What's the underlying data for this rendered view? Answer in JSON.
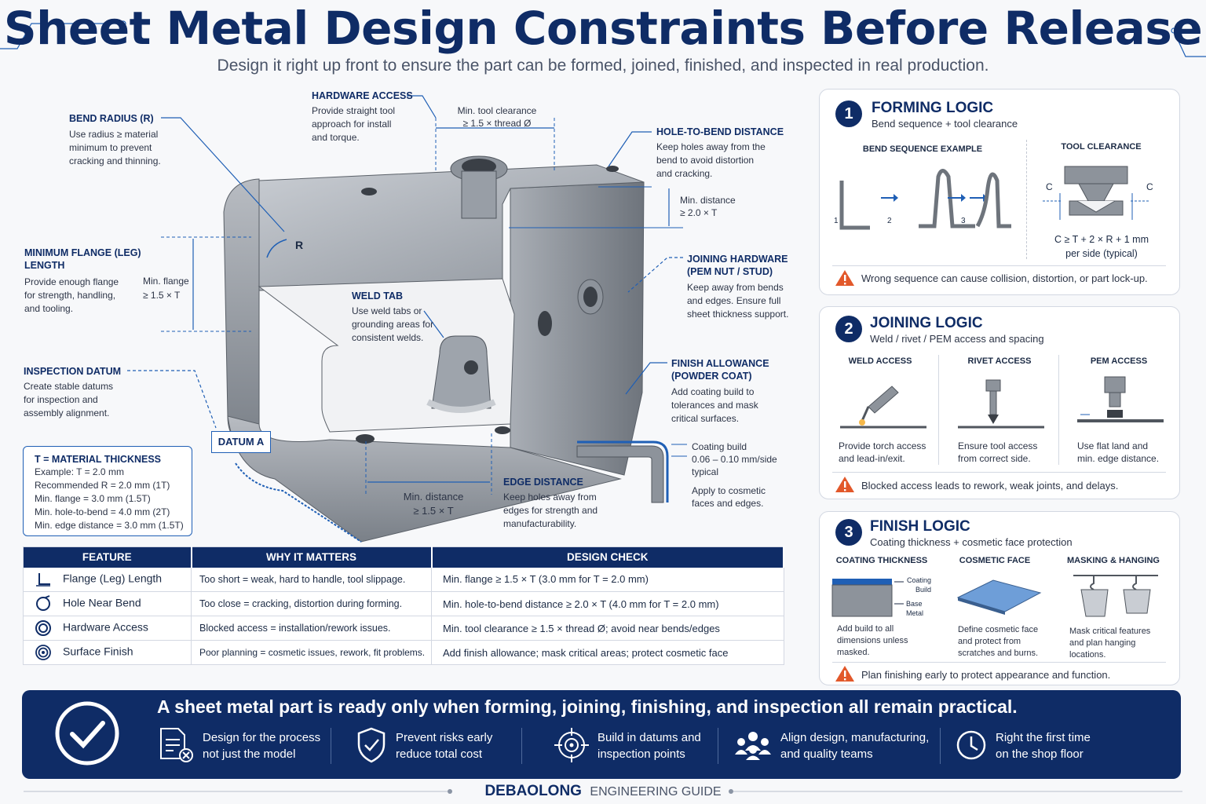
{
  "title": "Sheet Metal Design Constraints Before Release",
  "subtitle": "Design it right up front to ensure the part can be formed, joined, finished, and inspected in real production.",
  "callouts": {
    "bend_radius": {
      "title": "BEND RADIUS (R)",
      "body": [
        "Use radius ≥ material",
        "minimum to prevent",
        "cracking and thinning."
      ],
      "marker": "R"
    },
    "hardware_access": {
      "title": "HARDWARE ACCESS",
      "body": [
        "Provide straight tool",
        "approach for install",
        "and torque."
      ]
    },
    "tool_clearance": {
      "line1": "Min. tool clearance",
      "line2": "≥ 1.5 × thread Ø"
    },
    "hole_to_bend": {
      "title": "HOLE-TO-BEND DISTANCE",
      "body": [
        "Keep holes away from the",
        "bend to avoid distortion",
        "and cracking."
      ]
    },
    "min_distance_2t": {
      "line1": "Min. distance",
      "line2": "≥ 2.0 × T"
    },
    "min_flange": {
      "title": [
        "MINIMUM FLANGE (LEG)",
        "LENGTH"
      ],
      "body": [
        "Provide enough flange",
        "for strength, handling,",
        "and tooling."
      ],
      "dim1": "Min. flange",
      "dim2": "≥ 1.5 × T"
    },
    "joining_hardware": {
      "title": [
        "JOINING HARDWARE",
        "(PEM NUT / STUD)"
      ],
      "body": [
        "Keep away from bends",
        "and edges. Ensure full",
        "sheet thickness support."
      ]
    },
    "weld_tab": {
      "title": "WELD TAB",
      "body": [
        "Use weld tabs or",
        "grounding areas for",
        "consistent welds."
      ]
    },
    "inspection_datum": {
      "title": "INSPECTION DATUM",
      "body": [
        "Create stable datums",
        "for inspection and",
        "assembly alignment."
      ]
    },
    "datum_a": "DATUM A",
    "finish_allowance": {
      "title": [
        "FINISH ALLOWANCE",
        "(POWDER COAT)"
      ],
      "body": [
        "Add coating build to",
        "tolerances and mask",
        "critical surfaces."
      ]
    },
    "coating_build": {
      "body": [
        "Coating build",
        "0.06 – 0.10 mm/side",
        "typical"
      ],
      "note": [
        "Apply to cosmetic",
        "faces and edges."
      ]
    },
    "edge_distance": {
      "title": "EDGE DISTANCE",
      "body": [
        "Keep holes away from",
        "edges for strength and",
        "manufacturability."
      ],
      "dim1": "Min. distance",
      "dim2": "≥ 1.5 × T"
    }
  },
  "thickness_box": {
    "title": "T = MATERIAL THICKNESS",
    "lines": [
      "Example: T = 2.0 mm",
      "Recommended R = 2.0 mm (1T)",
      "Min. flange = 3.0 mm (1.5T)",
      "Min. hole-to-bend = 4.0 mm (2T)",
      "Min. edge distance = 3.0 mm (1.5T)"
    ]
  },
  "table": {
    "headers": [
      "FEATURE",
      "WHY IT MATTERS",
      "DESIGN CHECK"
    ],
    "rows": [
      {
        "icon": "flange-icon",
        "feature": "Flange (Leg) Length",
        "why": "Too short = weak, hard to handle, tool slippage.",
        "check": "Min. flange ≥ 1.5 × T (3.0 mm for T = 2.0 mm)"
      },
      {
        "icon": "hole-icon",
        "feature": "Hole Near Bend",
        "why": "Too close = cracking, distortion during forming.",
        "check": "Min. hole-to-bend distance ≥ 2.0 × T (4.0 mm for T = 2.0 mm)"
      },
      {
        "icon": "hardware-icon",
        "feature": "Hardware Access",
        "why": "Blocked access = installation/rework issues.",
        "check": "Min. tool clearance ≥ 1.5 × thread Ø; avoid near bends/edges"
      },
      {
        "icon": "finish-icon",
        "feature": "Surface Finish",
        "why": "Poor planning = cosmetic issues, rework, fit problems.",
        "check": "Add finish allowance; mask critical areas; protect cosmetic face"
      }
    ]
  },
  "panels": {
    "forming": {
      "num": "1",
      "title": "FORMING LOGIC",
      "subtitle": "Bend sequence + tool clearance",
      "left_head": "BEND SEQUENCE EXAMPLE",
      "steps": [
        "1",
        "2",
        "3"
      ],
      "right_head": "TOOL CLEARANCE",
      "c": "C",
      "formula": [
        "C ≥ T + 2 × R + 1 mm",
        "per side (typical)"
      ],
      "warning": "Wrong sequence can cause collision, distortion, or part lock-up."
    },
    "joining": {
      "num": "2",
      "title": "JOINING LOGIC",
      "subtitle": "Weld / rivet / PEM access and spacing",
      "cols": [
        {
          "head": "WELD ACCESS",
          "body": [
            "Provide torch access",
            "and lead-in/exit."
          ]
        },
        {
          "head": "RIVET ACCESS",
          "body": [
            "Ensure tool access",
            "from correct side."
          ]
        },
        {
          "head": "PEM ACCESS",
          "body": [
            "Use flat land and",
            "min. edge distance."
          ]
        }
      ],
      "warning": "Blocked access leads to rework, weak joints, and delays."
    },
    "finish": {
      "num": "3",
      "title": "FINISH LOGIC",
      "subtitle": "Coating thickness + cosmetic face protection",
      "cols": [
        {
          "head": "COATING THICKNESS",
          "body": [
            "Add build to all",
            "dimensions unless",
            "masked."
          ],
          "tags": [
            "Coating",
            "Build",
            "Base",
            "Metal"
          ]
        },
        {
          "head": "COSMETIC FACE",
          "body": [
            "Define cosmetic face",
            "and protect from",
            "scratches and burns."
          ]
        },
        {
          "head": "MASKING & HANGING",
          "body": [
            "Mask critical features",
            "and plan hanging",
            "locations."
          ]
        }
      ],
      "warning": "Plan finishing early to protect appearance and function."
    }
  },
  "banner": {
    "title": "A sheet metal part is ready only when forming, joining, finishing, and inspection all remain practical.",
    "items": [
      {
        "icon": "document-icon",
        "l1": "Design for the process",
        "l2": "not just the model"
      },
      {
        "icon": "shield-icon",
        "l1": "Prevent risks early",
        "l2": "reduce total cost"
      },
      {
        "icon": "target-icon",
        "l1": "Build in datums and",
        "l2": "inspection points"
      },
      {
        "icon": "team-icon",
        "l1": "Align design, manufacturing,",
        "l2": "and quality teams"
      },
      {
        "icon": "clock-icon",
        "l1": "Right the first time",
        "l2": "on the shop floor"
      }
    ]
  },
  "footer": {
    "brand": "DEBAOLONG",
    "guide": "ENGINEERING GUIDE"
  },
  "colors": {
    "navy": "#0f2c66",
    "accent": "#1f5fb5",
    "warning": "#e2582a",
    "metal": "#9aa0a8"
  }
}
